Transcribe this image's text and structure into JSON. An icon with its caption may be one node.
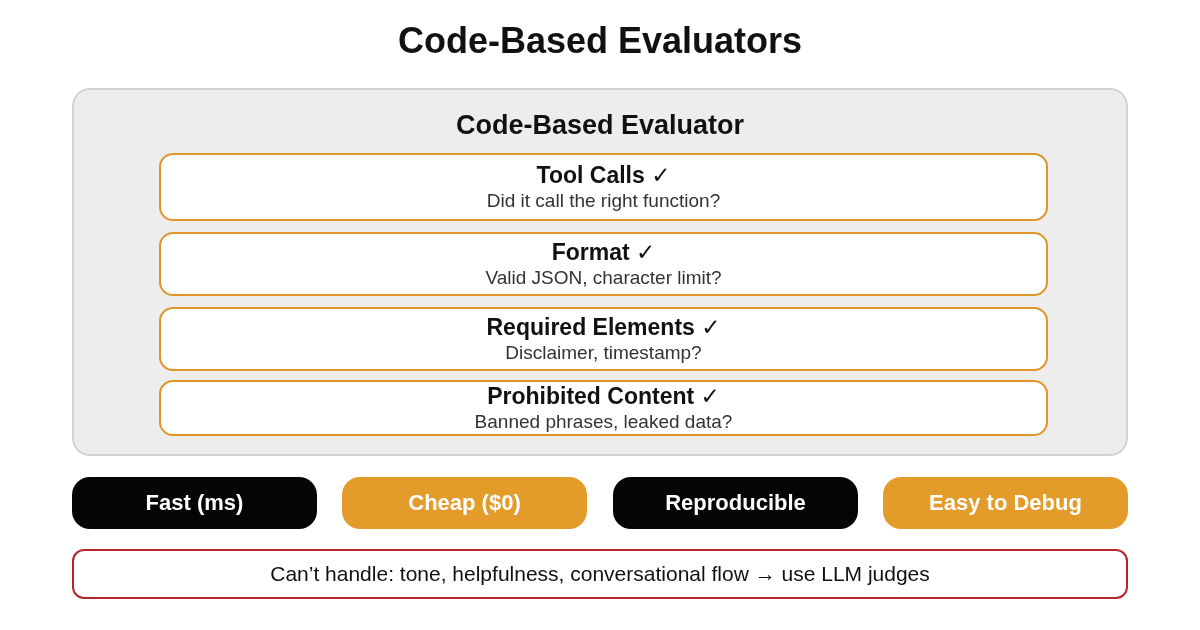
{
  "diagram": {
    "title": "Code-Based Evaluators",
    "nodes": [
      {
        "text": [
          "Code-Based Evaluator"
        ]
      },
      {
        "text": [
          "Tool Calls ✓",
          "Did it call the right function?"
        ],
        "in": 0
      },
      {
        "text": [
          "Format ✓",
          "Valid JSON, character limit?"
        ],
        "in": 0
      },
      {
        "text": [
          "Required Elements ✓",
          "Disclaimer, timestamp?"
        ],
        "in": 0
      },
      {
        "text": [
          "Prohibited Content ✓",
          "Banned phrases, leaked data?"
        ],
        "in": 0
      },
      {
        "text": [
          "Fast (ms)"
        ]
      },
      {
        "text": [
          "Cheap ($0)"
        ]
      },
      {
        "text": [
          "Reproducible"
        ]
      },
      {
        "text": [
          "Easy to Debug"
        ]
      },
      {
        "text": [
          "Can’t handle: tone, helpfulness, conversational flow → use LLM judges"
        ]
      }
    ]
  }
}
